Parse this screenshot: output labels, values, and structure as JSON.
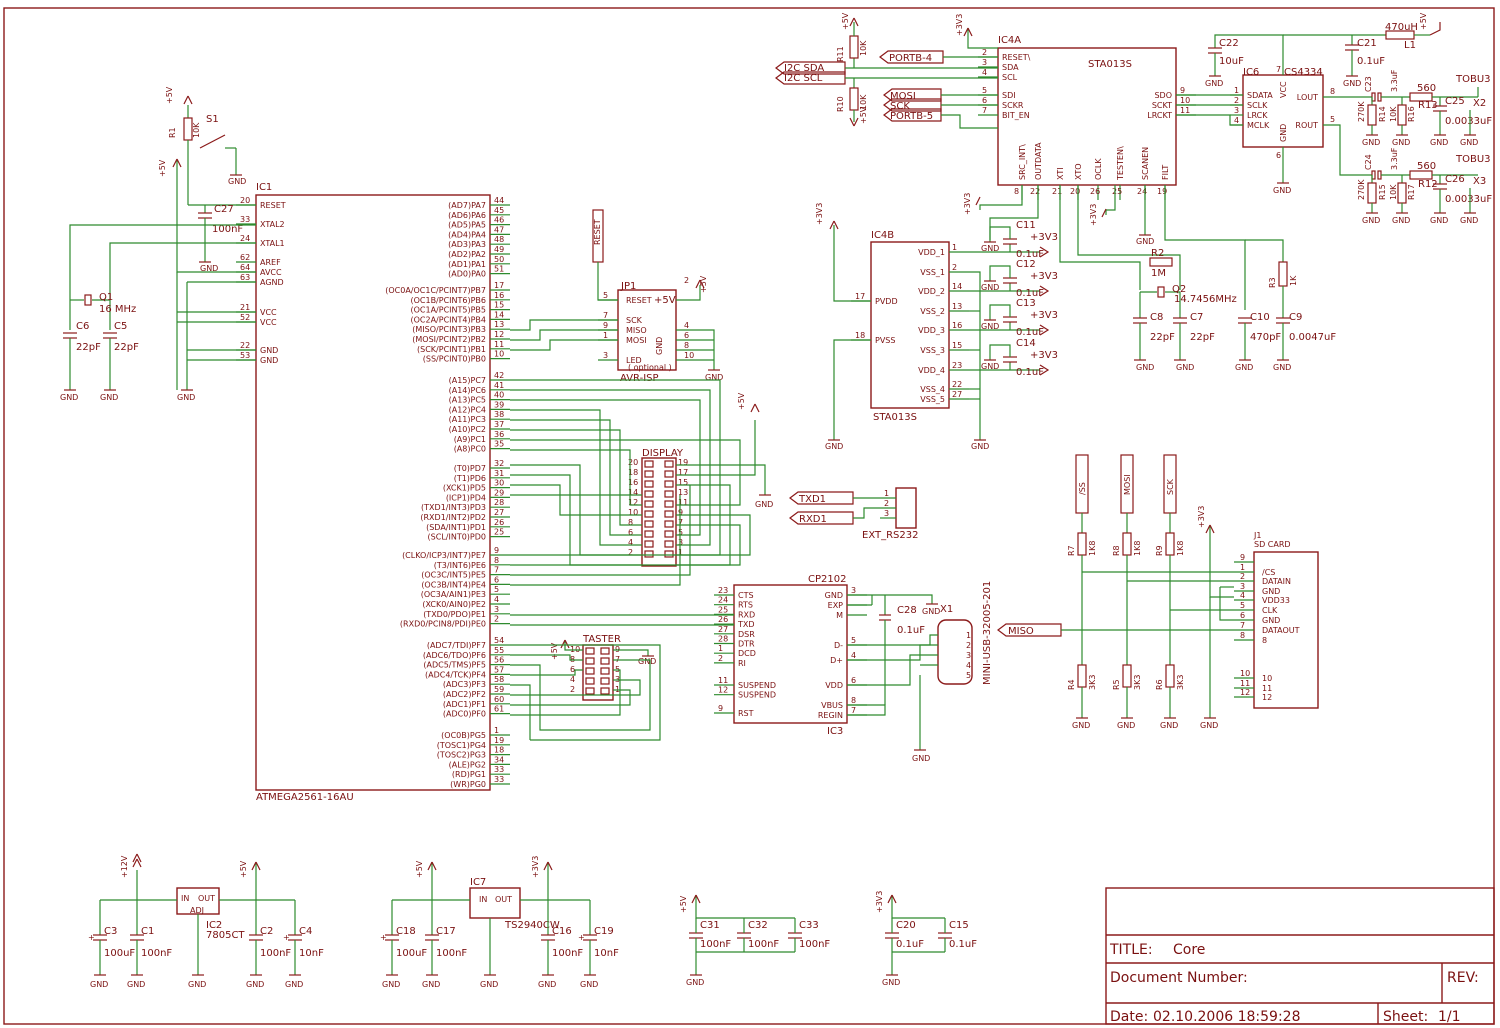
{
  "title_block": {
    "title_label": "TITLE:",
    "title_value": "Core",
    "doc_number_label": "Document Number:",
    "rev_label": "REV:",
    "date_label": "Date:",
    "date_value": "02.10.2006 18:59:28",
    "sheet_label": "Sheet:",
    "sheet_value": "1/1"
  },
  "ic1": {
    "ref": "IC1",
    "part": "ATMEGA2561-16AU",
    "left_pins": [
      {
        "num": "20",
        "name": "RESET"
      },
      {
        "num": "33",
        "name": "XTAL2"
      },
      {
        "num": "24",
        "name": "XTAL1"
      },
      {
        "num": "62",
        "name": "AREF"
      },
      {
        "num": "64",
        "name": "AVCC"
      },
      {
        "num": "63",
        "name": "AGND"
      },
      {
        "num": "21",
        "name": "VCC"
      },
      {
        "num": "52",
        "name": "VCC"
      },
      {
        "num": "22",
        "name": "GND"
      },
      {
        "num": "53",
        "name": "GND"
      }
    ],
    "right_pins": [
      {
        "num": "44",
        "name": "(AD7)PA7"
      },
      {
        "num": "45",
        "name": "(AD6)PA6"
      },
      {
        "num": "46",
        "name": "(AD5)PA5"
      },
      {
        "num": "47",
        "name": "(AD4)PA4"
      },
      {
        "num": "48",
        "name": "(AD3)PA3"
      },
      {
        "num": "49",
        "name": "(AD2)PA2"
      },
      {
        "num": "50",
        "name": "(AD1)PA1"
      },
      {
        "num": "51",
        "name": "(AD0)PA0"
      },
      {
        "num": "17",
        "name": "(OC0A/OC1C/PCINT7)PB7"
      },
      {
        "num": "16",
        "name": "(OC1B/PCINT6)PB6"
      },
      {
        "num": "15",
        "name": "(OC1A/PCINT5)PB5"
      },
      {
        "num": "14",
        "name": "(OC2A/PCINT4)PB4"
      },
      {
        "num": "13",
        "name": "(MISO/PCINT3)PB3"
      },
      {
        "num": "12",
        "name": "(MOSI/PCINT2)PB2"
      },
      {
        "num": "11",
        "name": "(SCK/PCINT1)PB1"
      },
      {
        "num": "10",
        "name": "(SS/PCINT0)PB0"
      },
      {
        "num": "42",
        "name": "(A15)PC7"
      },
      {
        "num": "41",
        "name": "(A14)PC6"
      },
      {
        "num": "40",
        "name": "(A13)PC5"
      },
      {
        "num": "39",
        "name": "(A12)PC4"
      },
      {
        "num": "38",
        "name": "(A11)PC3"
      },
      {
        "num": "37",
        "name": "(A10)PC2"
      },
      {
        "num": "36",
        "name": "(A9)PC1"
      },
      {
        "num": "35",
        "name": "(A8)PC0"
      },
      {
        "num": "32",
        "name": "(T0)PD7"
      },
      {
        "num": "31",
        "name": "(T1)PD6"
      },
      {
        "num": "30",
        "name": "(XCK1)PD5"
      },
      {
        "num": "29",
        "name": "(ICP1)PD4"
      },
      {
        "num": "28",
        "name": "(TXD1/INT3)PD3"
      },
      {
        "num": "27",
        "name": "(RXD1/INT2)PD2"
      },
      {
        "num": "26",
        "name": "(SDA/INT1)PD1"
      },
      {
        "num": "25",
        "name": "(SCL/INT0)PD0"
      },
      {
        "num": "9",
        "name": "(CLKO/ICP3/INT7)PE7"
      },
      {
        "num": "8",
        "name": "(T3/INT6)PE6"
      },
      {
        "num": "7",
        "name": "(OC3C/INT5)PE5"
      },
      {
        "num": "6",
        "name": "(OC3B/INT4)PE4"
      },
      {
        "num": "5",
        "name": "(OC3A/AIN1)PE3"
      },
      {
        "num": "4",
        "name": "(XCK0/AIN0)PE2"
      },
      {
        "num": "3",
        "name": "(TXD0/PDO)PE1"
      },
      {
        "num": "2",
        "name": "(RXD0/PCIN8/PDI)PE0"
      },
      {
        "num": "54",
        "name": "(ADC7/TDI)PF7"
      },
      {
        "num": "55",
        "name": "(ADC6/TDO)PF6"
      },
      {
        "num": "56",
        "name": "(ADC5/TMS)PF5"
      },
      {
        "num": "57",
        "name": "(ADC4/TCK)PF4"
      },
      {
        "num": "58",
        "name": "(ADC3)PF3"
      },
      {
        "num": "59",
        "name": "(ADC2)PF2"
      },
      {
        "num": "60",
        "name": "(ADC1)PF1"
      },
      {
        "num": "61",
        "name": "(ADC0)PF0"
      },
      {
        "num": "1",
        "name": "(OC0B)PG5"
      },
      {
        "num": "19",
        "name": "(TOSC1)PG4"
      },
      {
        "num": "18",
        "name": "(TOSC2)PG3"
      },
      {
        "num": "34",
        "name": "(ALE)PG2"
      },
      {
        "num": "33",
        "name": "(RD)PG1"
      },
      {
        "num": "33",
        "name": "(WR)PG0"
      }
    ]
  },
  "left_parts": {
    "r1": "R1",
    "r1_val": "10K",
    "s1": "S1",
    "c27": "C27",
    "c27_val": "100nF",
    "q1": "Q1",
    "q1_val": "16 MHz",
    "c6": "C6",
    "c6_val": "22pF",
    "c5": "C5",
    "c5_val": "22pF",
    "plus5v": "+5V",
    "gnd": "GND"
  },
  "jp1": {
    "ref": "JP1",
    "part": "AVR-ISP",
    "plus5v": "+5V",
    "optional": "( optional )",
    "pins": [
      {
        "num": "5",
        "name": "RESET"
      },
      {
        "num": "7",
        "name": "SCK"
      },
      {
        "num": "9",
        "name": "MISO"
      },
      {
        "num": "1",
        "name": "MOSI"
      },
      {
        "num": "3",
        "name": "LED"
      }
    ],
    "right_nums": [
      "2",
      "4",
      "6",
      "8",
      "10"
    ],
    "gnd_label": "GND",
    "reset_label": "RESET"
  },
  "display": {
    "ref": "DISPLAY",
    "left_nums": [
      "20",
      "18",
      "16",
      "14",
      "12",
      "10",
      "8",
      "6",
      "4",
      "2"
    ],
    "right_nums": [
      "19",
      "17",
      "15",
      "13",
      "11",
      "9",
      "7",
      "5",
      "3",
      "1"
    ]
  },
  "taster": {
    "ref": "TASTER",
    "left_nums": [
      "10",
      "8",
      "6",
      "4",
      "2"
    ],
    "right_nums": [
      "9",
      "7",
      "5",
      "3",
      "1"
    ]
  },
  "ext_rs232": {
    "ref": "EXT_RS232",
    "txd": "TXD1",
    "rxd": "RXD1",
    "nums": [
      "1",
      "2",
      "3"
    ]
  },
  "cp2102": {
    "ref": "IC3",
    "part": "CP2102",
    "left_pins": [
      {
        "num": "23",
        "name": "CTS"
      },
      {
        "num": "24",
        "name": "RTS"
      },
      {
        "num": "25",
        "name": "RXD"
      },
      {
        "num": "26",
        "name": "TXD"
      },
      {
        "num": "27",
        "name": "DSR"
      },
      {
        "num": "28",
        "name": "DTR"
      },
      {
        "num": "1",
        "name": "DCD"
      },
      {
        "num": "2",
        "name": "RI"
      },
      {
        "num": "11",
        "name": "SUSPEND"
      },
      {
        "num": "12",
        "name": "SUSPEND"
      },
      {
        "num": "9",
        "name": "RST"
      }
    ],
    "right_pins": [
      {
        "num": "3",
        "name": "GND"
      },
      {
        "num": "",
        "name": "EXP"
      },
      {
        "num": "",
        "name": "M"
      },
      {
        "num": "5",
        "name": "D-"
      },
      {
        "num": "4",
        "name": "D+"
      },
      {
        "num": "6",
        "name": "VDD"
      },
      {
        "num": "8",
        "name": "VBUS"
      },
      {
        "num": "7",
        "name": "REGIN"
      }
    ],
    "c28": "C28",
    "c28_val": "0.1uF",
    "x1": "X1",
    "usb": "MINI-USB-32005-201",
    "gnd": "GND",
    "usb_nums": [
      "1",
      "2",
      "3",
      "4",
      "5"
    ]
  },
  "sta013": {
    "ic4a": "IC4A",
    "part": "STA013S",
    "left_pins": [
      {
        "num": "2",
        "name": "RESET\\"
      },
      {
        "num": "3",
        "name": "SDA"
      },
      {
        "num": "4",
        "name": "SCL"
      },
      {
        "num": "5",
        "name": "SDI"
      },
      {
        "num": "6",
        "name": "SCKR"
      },
      {
        "num": "7",
        "name": "BIT_EN"
      }
    ],
    "right_pins": [
      {
        "num": "9",
        "name": "SDO"
      },
      {
        "num": "10",
        "name": "SCKT"
      },
      {
        "num": "11",
        "name": "LRCKT"
      }
    ],
    "bottom_pins": [
      {
        "num": "8",
        "name": "SRC_INT\\"
      },
      {
        "num": "22",
        "name": "OUTDATA"
      },
      {
        "num": "21",
        "name": "XTI"
      },
      {
        "num": "20",
        "name": "XTO"
      },
      {
        "num": "26",
        "name": "OCLK"
      },
      {
        "num": "25",
        "name": "TESTEN\\"
      },
      {
        "num": "24",
        "name": "SCANEN"
      },
      {
        "num": "19",
        "name": "FILT"
      }
    ],
    "nets": {
      "portb4": "PORTB-4",
      "i2c_sda": "I2C SDA",
      "i2c_scl": "I2C SCL",
      "mosi": "MOSI",
      "sck": "SCK",
      "portb5": "PORTB-5"
    },
    "r11": "R11",
    "r11_val": "10K",
    "r10": "R10",
    "r10_val": "10K"
  },
  "ic4b": {
    "ref": "IC4B",
    "part": "STA013S",
    "left_pins": [
      {
        "num": "17",
        "name": "PVDD"
      },
      {
        "num": "18",
        "name": "PVSS"
      }
    ],
    "right_pins": [
      {
        "num": "1",
        "name": "VDD_1"
      },
      {
        "num": "2",
        "name": "VSS_1"
      },
      {
        "num": "14",
        "name": "VDD_2"
      },
      {
        "num": "13",
        "name": "VSS_2"
      },
      {
        "num": "16",
        "name": "VDD_3"
      },
      {
        "num": "15",
        "name": "VSS_3"
      },
      {
        "num": "23",
        "name": "VDD_4"
      },
      {
        "num": "22",
        "name": "VSS_4"
      },
      {
        "num": "27",
        "name": "VSS_5"
      }
    ],
    "caps": [
      {
        "ref": "C11",
        "val": "0.1uF"
      },
      {
        "ref": "C12",
        "val": "0.1uF"
      },
      {
        "ref": "C13",
        "val": "0.1uF"
      },
      {
        "ref": "C14",
        "val": "0.1uF"
      }
    ],
    "plus3v3": "+3V3"
  },
  "crystal2": {
    "r2": "R2",
    "r2_val": "1M",
    "q2": "Q2",
    "q2_val": "14.7456MHz",
    "c8": "C8",
    "c8_val": "22pF",
    "c7": "C7",
    "c7_val": "22pF",
    "c10": "C10",
    "c10_val": "470pF",
    "c9": "C9",
    "c9_val": "0.0047uF",
    "r3": "R3",
    "r3_val": "1K"
  },
  "cs4334": {
    "ref": "IC6",
    "part": "CS4334",
    "left_pins": [
      {
        "num": "1",
        "name": "SDATA"
      },
      {
        "num": "2",
        "name": "SCLK"
      },
      {
        "num": "3",
        "name": "LRCK"
      },
      {
        "num": "4",
        "name": "MCLK"
      }
    ],
    "right_pins": [
      {
        "num": "8",
        "name": "LOUT"
      },
      {
        "num": "5",
        "name": "ROUT"
      }
    ],
    "vcc_num": "7",
    "gnd_num": "6",
    "vcc": "VCC",
    "gnd": "GND",
    "c22": "C22",
    "c22_val": "10uF",
    "c21": "C21",
    "c21_val": "0.1uF",
    "l1": "L1",
    "l1_val": "470uH",
    "c23": "C23",
    "c23_val": "3.3uF",
    "c24": "C24",
    "c24_val": "3.3uF",
    "r14": "R14",
    "r14_val": "270K",
    "r15": "R15",
    "r15_val": "270K",
    "r16": "R16",
    "r16_val": "10K",
    "r17": "R17",
    "r17_val": "10K",
    "r13": "R13",
    "r13_val": "560",
    "r12": "R12",
    "r12_val": "560",
    "c25": "C25",
    "c25_val": "0.0033uF",
    "c26": "C26",
    "c26_val": "0.0033uF",
    "x2": "X2",
    "x3": "X3",
    "tobu": "TOBU3"
  },
  "sd_card": {
    "ref": "J1",
    "part": "SD CARD",
    "pins": [
      {
        "num": "9",
        "name": ""
      },
      {
        "num": "1",
        "name": "/CS"
      },
      {
        "num": "2",
        "name": "DATAIN"
      },
      {
        "num": "3",
        "name": "GND"
      },
      {
        "num": "4",
        "name": "VDD33"
      },
      {
        "num": "5",
        "name": "CLK"
      },
      {
        "num": "6",
        "name": "GND"
      },
      {
        "num": "7",
        "name": "DATAOUT"
      },
      {
        "num": "8",
        "name": "8"
      },
      {
        "num": "10",
        "name": "10"
      },
      {
        "num": "11",
        "name": "11"
      },
      {
        "num": "12",
        "name": "12"
      }
    ],
    "nets": {
      "ss": "/SS",
      "mosi": "MOSI",
      "sck": "SCK",
      "miso": "MISO"
    },
    "r7": "R7",
    "r7_val": "1K8",
    "r8": "R8",
    "r8_val": "1K8",
    "r9": "R9",
    "r9_val": "1K8",
    "r4": "R4",
    "r4_val": "3K3",
    "r5": "R5",
    "r5_val": "3K3",
    "r6": "R6",
    "r6_val": "3K3"
  },
  "power": {
    "plus12v": "+12V",
    "ic2": "IC2",
    "ic2_part": "7805CT",
    "in": "IN",
    "out": "OUT",
    "adj": "ADJ",
    "c3": "C3",
    "c3_val": "100uF",
    "c1": "C1",
    "c1_val": "100nF",
    "c2": "C2",
    "c2_val": "100nF",
    "c4": "C4",
    "c4_val": "10nF",
    "ic7": "IC7",
    "ic7_part": "TS2940CW",
    "c18": "C18",
    "c18_val": "100uF",
    "c17": "C17",
    "c17_val": "100nF",
    "c16": "C16",
    "c16_val": "100nF",
    "c19": "C19",
    "c19_val": "10nF",
    "c31": "C31",
    "c31_val": "100nF",
    "c32": "C32",
    "c32_val": "100nF",
    "c33": "C33",
    "c33_val": "100nF",
    "c20": "C20",
    "c20_val": "0.1uF",
    "c15": "C15",
    "c15_val": "0.1uF"
  }
}
